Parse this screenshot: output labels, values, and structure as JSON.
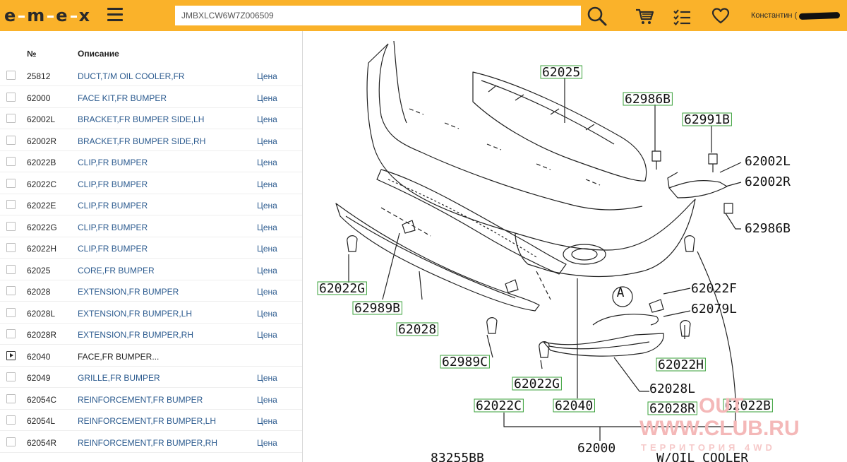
{
  "header": {
    "logo": {
      "letters": [
        "e",
        "m",
        "e",
        "x"
      ]
    },
    "search": {
      "value": "JMBXLCW6W7Z006509"
    },
    "user_name": "Константин (",
    "icons": [
      "menu-icon",
      "search-icon",
      "cart-icon",
      "checklist-icon",
      "heart-icon"
    ]
  },
  "list": {
    "col_no": "№",
    "col_desc": "Описание",
    "price_label": "Цена",
    "rows": [
      {
        "no": "25812",
        "desc": "DUCT,T/M OIL COOLER,FR",
        "price": "Цена"
      },
      {
        "no": "62000",
        "desc": "FACE KIT,FR BUMPER",
        "price": "Цена"
      },
      {
        "no": "62002L",
        "desc": "BRACKET,FR BUMPER SIDE,LH",
        "price": "Цена"
      },
      {
        "no": "62002R",
        "desc": "BRACKET,FR BUMPER SIDE,RH",
        "price": "Цена"
      },
      {
        "no": "62022B",
        "desc": "CLIP,FR BUMPER",
        "price": "Цена"
      },
      {
        "no": "62022C",
        "desc": "CLIP,FR BUMPER",
        "price": "Цена"
      },
      {
        "no": "62022E",
        "desc": "CLIP,FR BUMPER",
        "price": "Цена"
      },
      {
        "no": "62022G",
        "desc": "CLIP,FR BUMPER",
        "price": "Цена"
      },
      {
        "no": "62022H",
        "desc": "CLIP,FR BUMPER",
        "price": "Цена"
      },
      {
        "no": "62025",
        "desc": "CORE,FR BUMPER",
        "price": "Цена"
      },
      {
        "no": "62028",
        "desc": "EXTENSION,FR BUMPER",
        "price": "Цена"
      },
      {
        "no": "62028L",
        "desc": "EXTENSION,FR BUMPER,LH",
        "price": "Цена"
      },
      {
        "no": "62028R",
        "desc": "EXTENSION,FR BUMPER,RH",
        "price": "Цена"
      },
      {
        "no": "62040",
        "desc": "FACE,FR BUMPER...",
        "price": "",
        "expandable": true
      },
      {
        "no": "62049",
        "desc": "GRILLE,FR BUMPER",
        "price": "Цена"
      },
      {
        "no": "62054C",
        "desc": "REINFORCEMENT,FR BUMPER",
        "price": "Цена"
      },
      {
        "no": "62054L",
        "desc": "REINFORCEMENT,FR BUMPER,LH",
        "price": "Цена"
      },
      {
        "no": "62054R",
        "desc": "REINFORCEMENT,FR BUMPER,RH",
        "price": "Цена"
      }
    ]
  },
  "diagram": {
    "callouts": [
      "62025",
      "62986B",
      "62991B",
      "62002L",
      "62002R",
      "62986B",
      "62022G",
      "62989B",
      "62028",
      "62989C",
      "62022F",
      "62079L",
      "A",
      "62022H",
      "62022G",
      "62028L",
      "62028R",
      "62022B",
      "62022C",
      "62040",
      "62000",
      "83255BB",
      "W/OIL COOLER"
    ],
    "watermark": {
      "line1": "OUT",
      "line2": "WWW.CLUB.RU",
      "line3": "ТЕРРИТОРИЯ 4WD"
    }
  },
  "colors": {
    "topbar": "#fab22a",
    "link": "#2c5b8f",
    "label_box": "#3aa03a",
    "watermark": "#f4b8b8"
  }
}
